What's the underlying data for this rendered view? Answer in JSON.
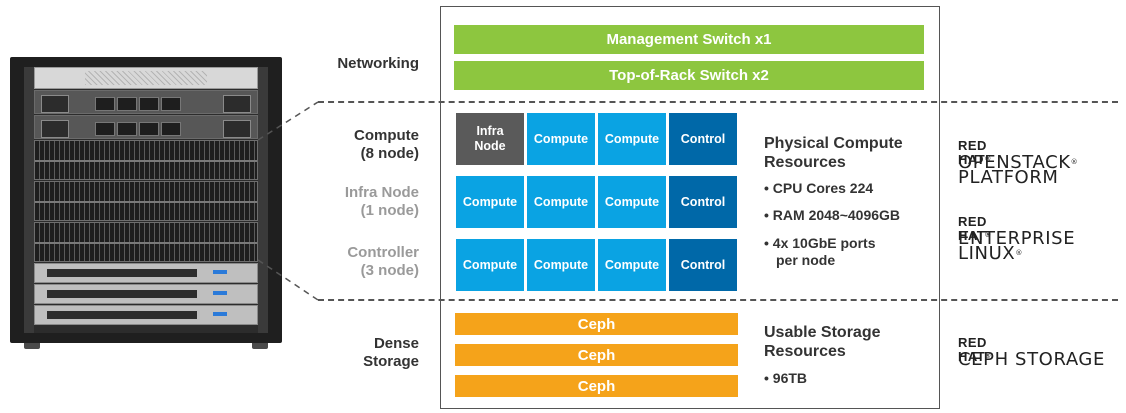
{
  "labels": {
    "networking": "Networking",
    "compute_line1": "Compute",
    "compute_line2": "(8 node)",
    "infra_line1": "Infra Node",
    "infra_line2": "(1 node)",
    "controller_line1": "Controller",
    "controller_line2": "(3 node)",
    "storage_line1": "Dense",
    "storage_line2": "Storage"
  },
  "networking": {
    "management_switch": "Management Switch x1",
    "tor_switch": "Top-of-Rack Switch x2"
  },
  "compute_grid": {
    "row1": [
      {
        "label_line1": "Infra",
        "label_line2": "Node",
        "kind": "infra"
      },
      {
        "label": "Compute",
        "kind": "compute"
      },
      {
        "label": "Compute",
        "kind": "compute"
      },
      {
        "label": "Control",
        "kind": "control"
      }
    ],
    "row2": [
      {
        "label": "Compute",
        "kind": "compute"
      },
      {
        "label": "Compute",
        "kind": "compute"
      },
      {
        "label": "Compute",
        "kind": "compute"
      },
      {
        "label": "Control",
        "kind": "control"
      }
    ],
    "row3": [
      {
        "label": "Compute",
        "kind": "compute"
      },
      {
        "label": "Compute",
        "kind": "compute"
      },
      {
        "label": "Compute",
        "kind": "compute"
      },
      {
        "label": "Control",
        "kind": "control"
      }
    ]
  },
  "compute_resources": {
    "title_line1": "Physical Compute",
    "title_line2": "Resources",
    "items": [
      "• CPU Cores 224",
      "• RAM 2048~4096GB",
      "• 4x 10GbE ports",
      "per node"
    ]
  },
  "storage": {
    "bars": [
      "Ceph",
      "Ceph",
      "Ceph"
    ],
    "title_line1": "Usable Storage",
    "title_line2": "Resources",
    "items": [
      "• 96TB"
    ]
  },
  "logos": {
    "openstack": {
      "brand": "RED HAT",
      "line1": "OPENSTACK",
      "line2": "PLATFORM"
    },
    "rhel": {
      "brand": "RED HAT",
      "line1": "ENTERPRISE",
      "line2": "LINUX"
    },
    "ceph": {
      "brand": "RED HAT",
      "line1": "CEPH STORAGE"
    }
  },
  "colors": {
    "network_green": "#8dc63f",
    "compute_blue": "#0aa3e3",
    "control_blue": "#0068a8",
    "infra_gray": "#5a5a5a",
    "ceph_orange": "#f5a31a"
  }
}
